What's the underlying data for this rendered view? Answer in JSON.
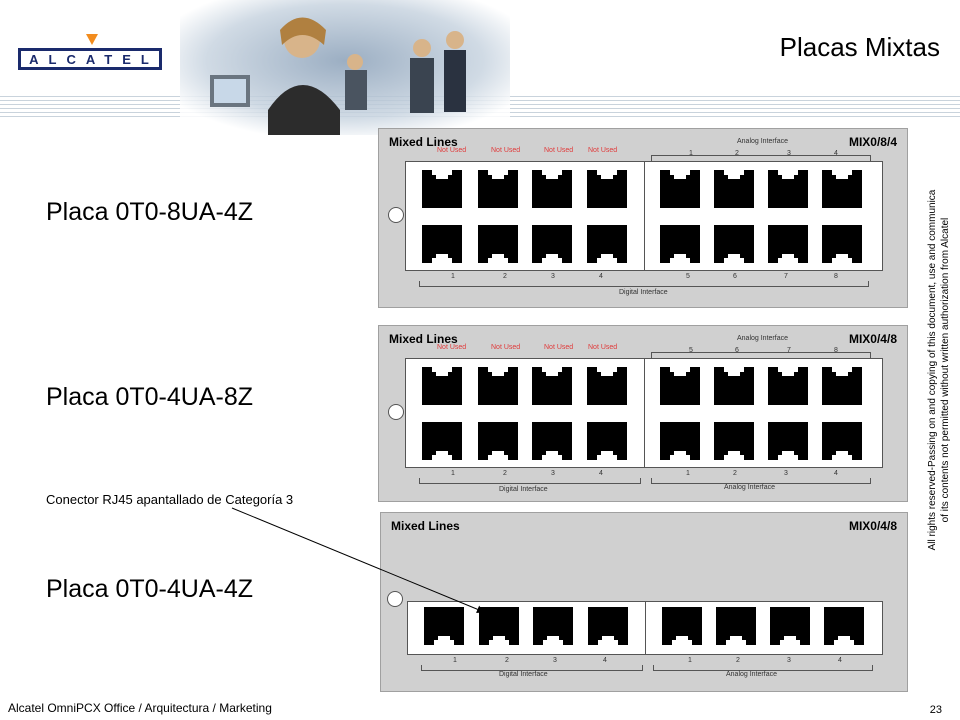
{
  "header": {
    "logo_text": "ALCATEL",
    "title": "Placas Mixtas"
  },
  "placas": [
    {
      "label": "Placa 0T0-8UA-4Z"
    },
    {
      "label": "Placa 0T0-4UA-8Z"
    },
    {
      "label": "Placa 0T0-4UA-4Z"
    }
  ],
  "connector_note": "Conector RJ45 apantallado de Categoría 3",
  "legal": {
    "line1": "All rights reserved-Passing on and copying of this document, use and communica",
    "line2": "of its contents not permitted without written authorization from Alcatel"
  },
  "footer": {
    "text": "Alcatel OmniPCX Office / Arquitectura / Marketing",
    "page": "23"
  },
  "boards": [
    {
      "title": "Mixed Lines",
      "code": "MIX0/8/4",
      "not_used": [
        "Not Used",
        "Not Used",
        "Not Used",
        "Not Used"
      ],
      "top_label": "Analog Interface",
      "top_nums": [
        "1",
        "2",
        "3",
        "4"
      ],
      "bottom_nums": [
        "1",
        "2",
        "3",
        "4",
        "5",
        "6",
        "7",
        "8"
      ],
      "bottom_label_left": "Digital Interface",
      "bottom_label_right": ""
    },
    {
      "title": "Mixed Lines",
      "code": "MIX0/4/8",
      "not_used": [
        "Not Used",
        "Not Used",
        "Not Used",
        "Not Used"
      ],
      "top_label": "Analog Interface",
      "top_nums": [
        "5",
        "6",
        "7",
        "8"
      ],
      "bottom_nums": [
        "1",
        "2",
        "3",
        "4",
        "1",
        "2",
        "3",
        "4"
      ],
      "bottom_label_left": "Digital Interface",
      "bottom_label_right": "Analog Interface"
    },
    {
      "title": "Mixed Lines",
      "code": "MIX0/4/8",
      "bottom_nums": [
        "1",
        "2",
        "3",
        "4",
        "1",
        "2",
        "3",
        "4"
      ],
      "bottom_label_left": "Digital Interface",
      "bottom_label_right": "Analog Interface"
    }
  ],
  "colors": {
    "logo_blue": "#1a2a6c",
    "logo_orange": "#f28c1e",
    "not_used_red": "#e03a3a",
    "board_gray": "#d0d0d0"
  }
}
